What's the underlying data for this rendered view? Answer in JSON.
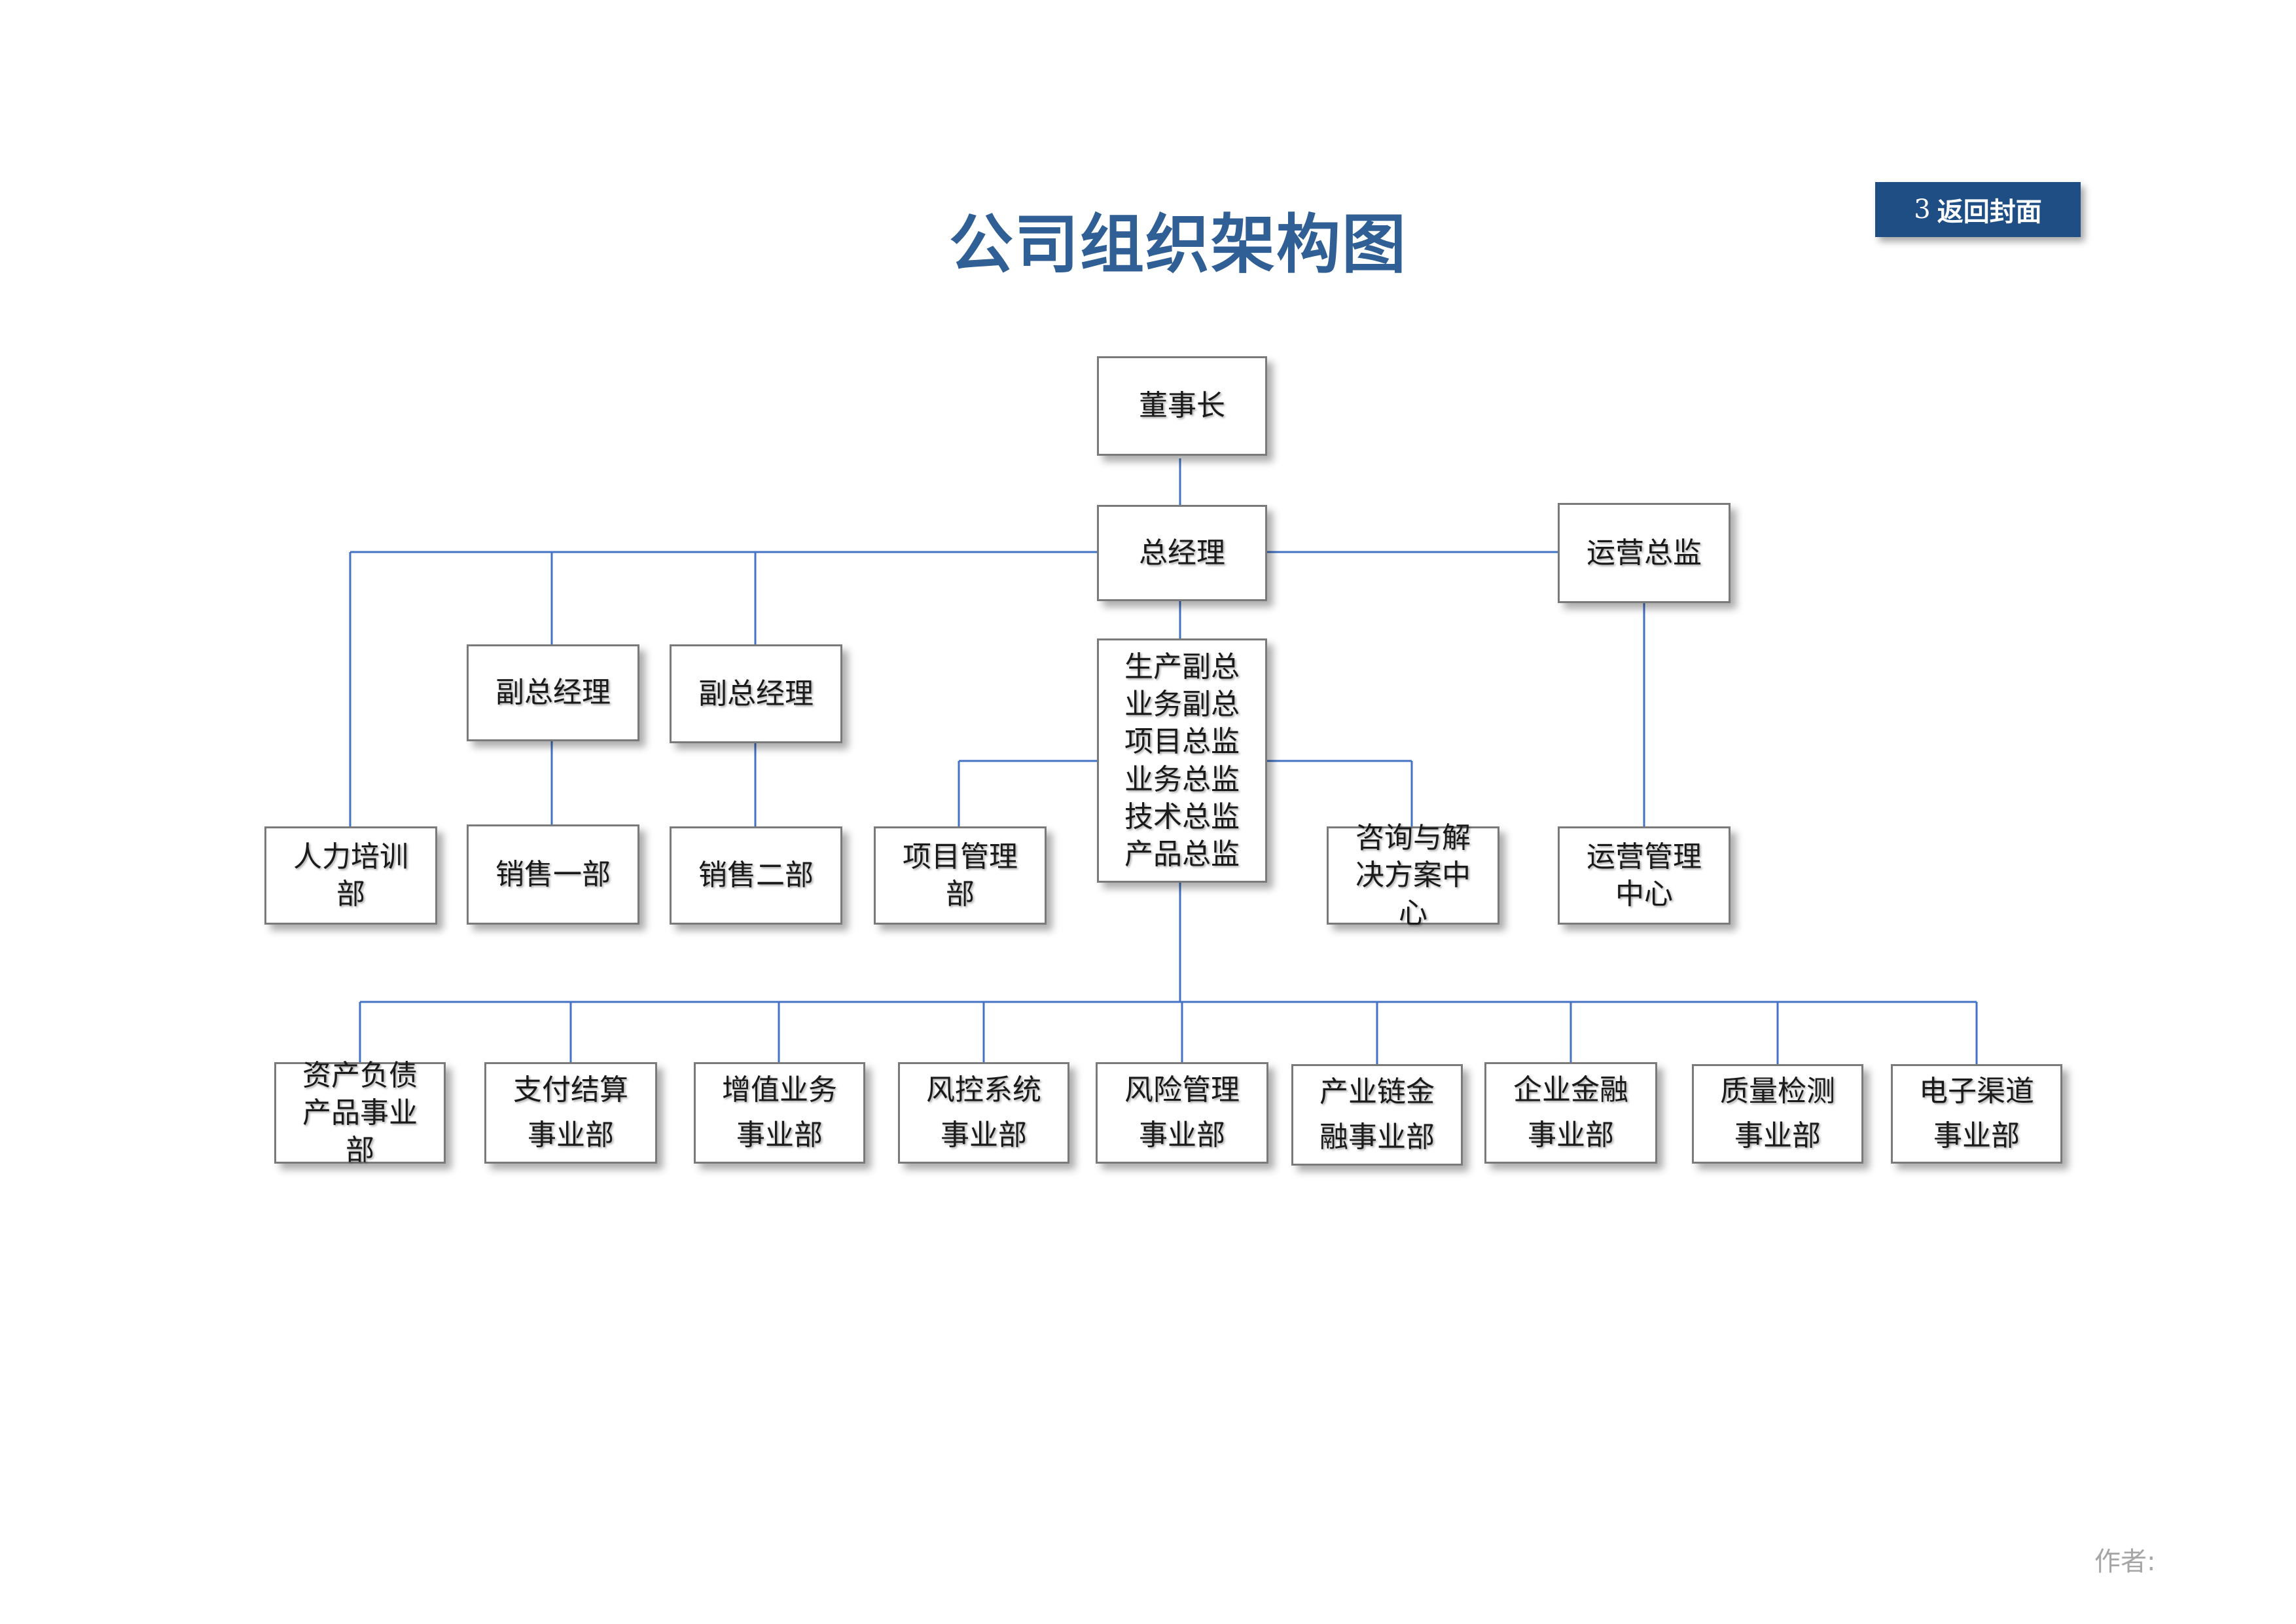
{
  "header": {
    "title": "公司组织架构图",
    "back_button": {
      "number": "3",
      "label": "返回封面"
    }
  },
  "colors": {
    "title": "#2f5f95",
    "button_bg": "#1f4e85",
    "connector": "#4472c4",
    "box_border": "#7a7a7a"
  },
  "org": {
    "chairman": "董事长",
    "general_manager": "总经理",
    "ops_director": "运营总监",
    "deputy_gm_1": "副总经理",
    "deputy_gm_2": "副总经理",
    "directors": "生产副总\n业务副总\n项目总监\n业务总监\n技术总监\n产品总监",
    "hr_dept": "人力培训\n部",
    "sales_1": "销售一部",
    "sales_2": "销售二部",
    "project_dept": "项目管理\n部",
    "consulting": "咨询与解\n决方案中\n心",
    "ops_center": "运营管理\n中心",
    "business_units": [
      "资产负债\n产品事业\n部",
      "支付结算\n事业部",
      "增值业务\n事业部",
      "风控系统\n事业部",
      "风险管理\n事业部",
      "产业链金\n融事业部",
      "企业金融\n事业部",
      "质量检测\n事业部",
      "电子渠道\n事业部"
    ]
  },
  "footer": {
    "author_label": "作者:"
  }
}
